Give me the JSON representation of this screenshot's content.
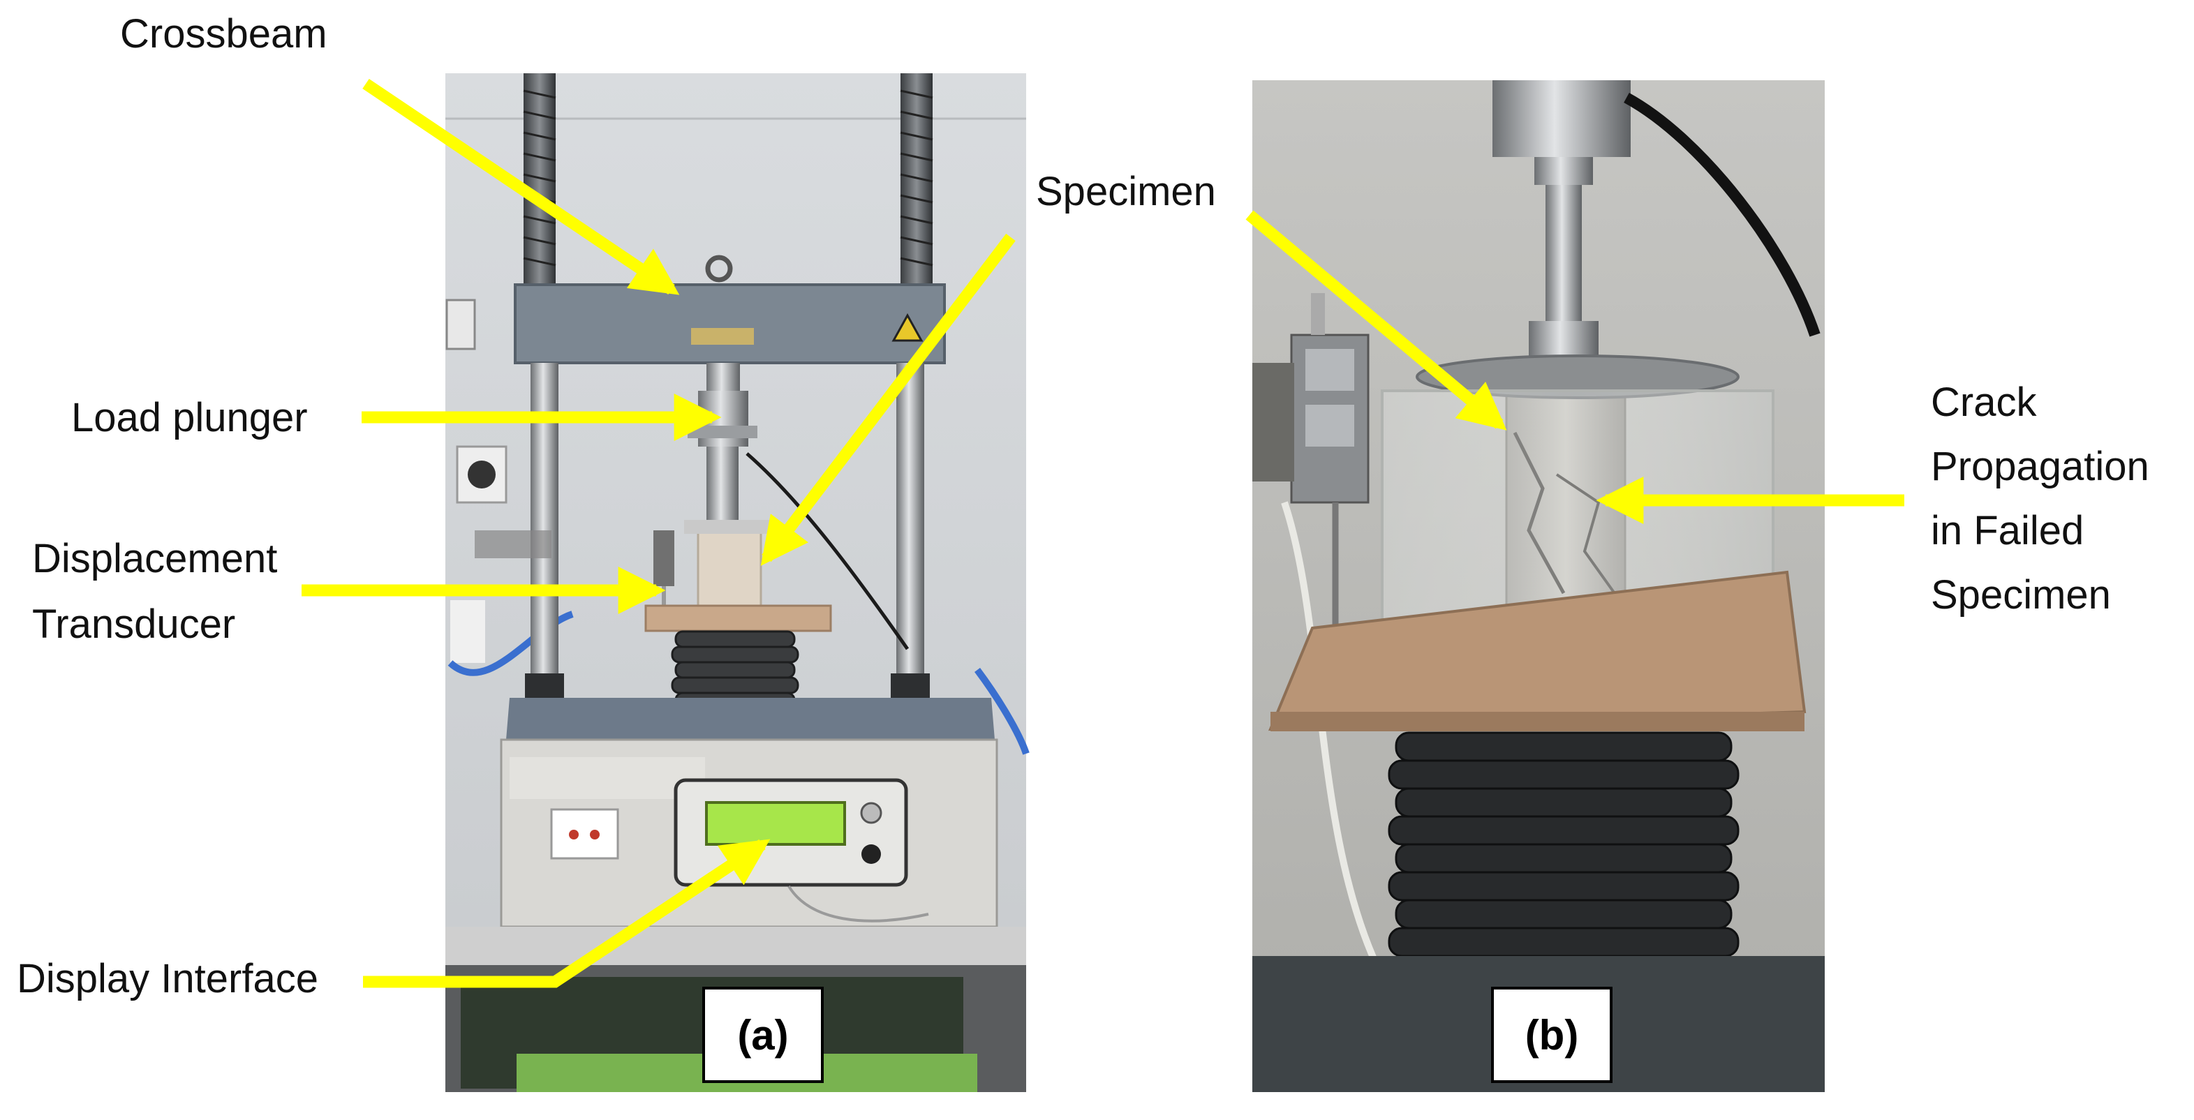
{
  "figure": {
    "panels": [
      {
        "id": "a",
        "tag": "(a)"
      },
      {
        "id": "b",
        "tag": "(b)"
      }
    ],
    "labels": {
      "crossbeam": "Crossbeam",
      "load_plunger": "Load plunger",
      "specimen": "Specimen",
      "displacement_transducer": [
        "Displacement",
        "Transducer"
      ],
      "display_interface": "Display Interface",
      "crack_propagation": [
        "Crack",
        "Propagation",
        "in Failed",
        "Specimen"
      ]
    },
    "colors": {
      "arrow": "#ffff00",
      "background": "#ffffff",
      "text": "#111111"
    }
  }
}
